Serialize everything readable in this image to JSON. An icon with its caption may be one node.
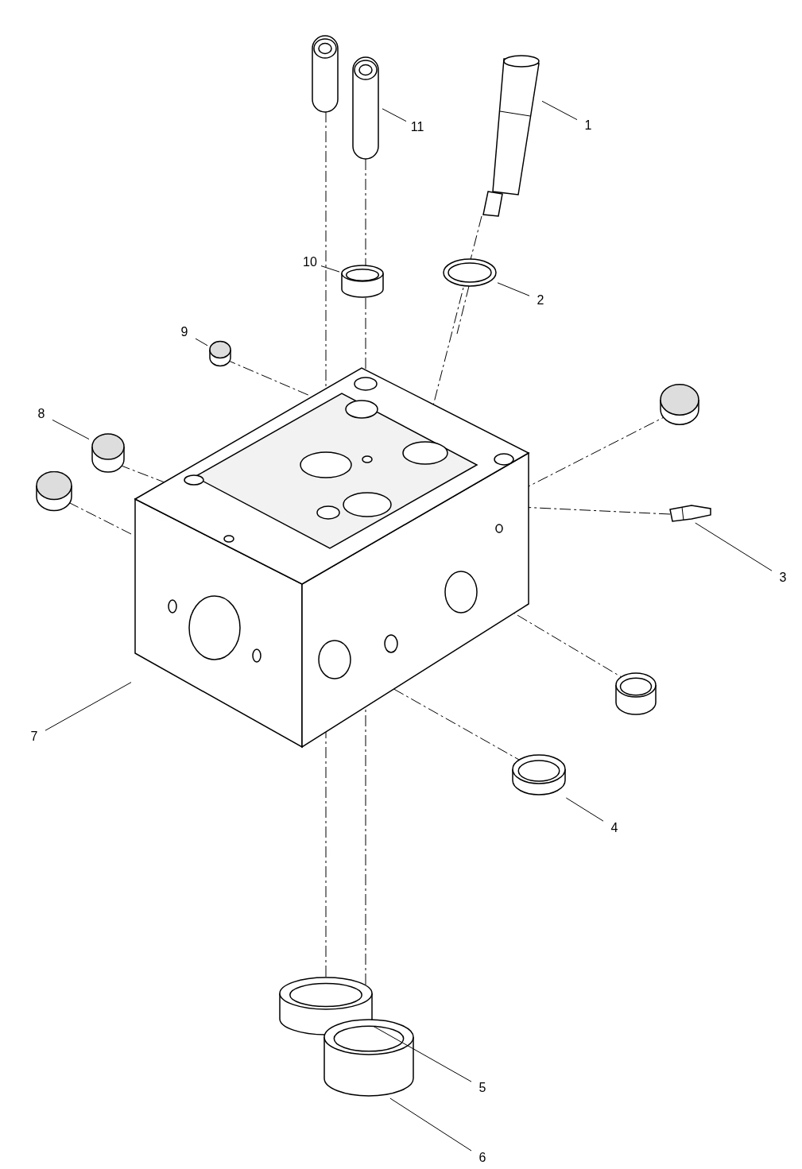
{
  "diagram": {
    "nodes": [
      {
        "text": [
          "1"
        ]
      },
      {
        "text": [
          "2"
        ]
      },
      {
        "text": [
          "3"
        ]
      },
      {
        "text": [
          "4"
        ]
      },
      {
        "text": [
          "5"
        ]
      },
      {
        "text": [
          "6"
        ]
      },
      {
        "text": [
          "7"
        ]
      },
      {
        "text": [
          "8"
        ]
      },
      {
        "text": [
          "9"
        ]
      },
      {
        "text": [
          "10"
        ]
      },
      {
        "text": [
          "11"
        ]
      },
      {
        "text": [],
        "shape": "picture"
      },
      {
        "text": [],
        "shape": "ring"
      },
      {
        "text": [],
        "shape": "picture"
      },
      {
        "text": [],
        "shape": "ring"
      },
      {
        "text": [],
        "shape": "ring"
      },
      {
        "text": [],
        "shape": "ring"
      },
      {
        "text": [],
        "shape": "picture"
      },
      {
        "text": [],
        "shape": "cylinder"
      },
      {
        "text": [],
        "shape": "cylinder"
      },
      {
        "text": [],
        "shape": "ring"
      },
      {
        "text": [],
        "shape": "picture"
      }
    ],
    "edges": [
      {
        "from": 0,
        "to": 11,
        "arrow": "none"
      },
      {
        "from": 1,
        "to": 12,
        "arrow": "none"
      },
      {
        "from": 2,
        "to": 13,
        "arrow": "none"
      },
      {
        "from": 3,
        "to": 14,
        "arrow": "none"
      },
      {
        "from": 4,
        "to": 15,
        "arrow": "none"
      },
      {
        "from": 5,
        "to": 16,
        "arrow": "none"
      },
      {
        "from": 6,
        "to": 17,
        "arrow": "none"
      },
      {
        "from": 7,
        "to": 18,
        "arrow": "none"
      },
      {
        "from": 8,
        "to": 19,
        "arrow": "none"
      },
      {
        "from": 9,
        "to": 20,
        "arrow": "none"
      },
      {
        "from": 10,
        "to": 21,
        "arrow": "none"
      }
    ]
  }
}
